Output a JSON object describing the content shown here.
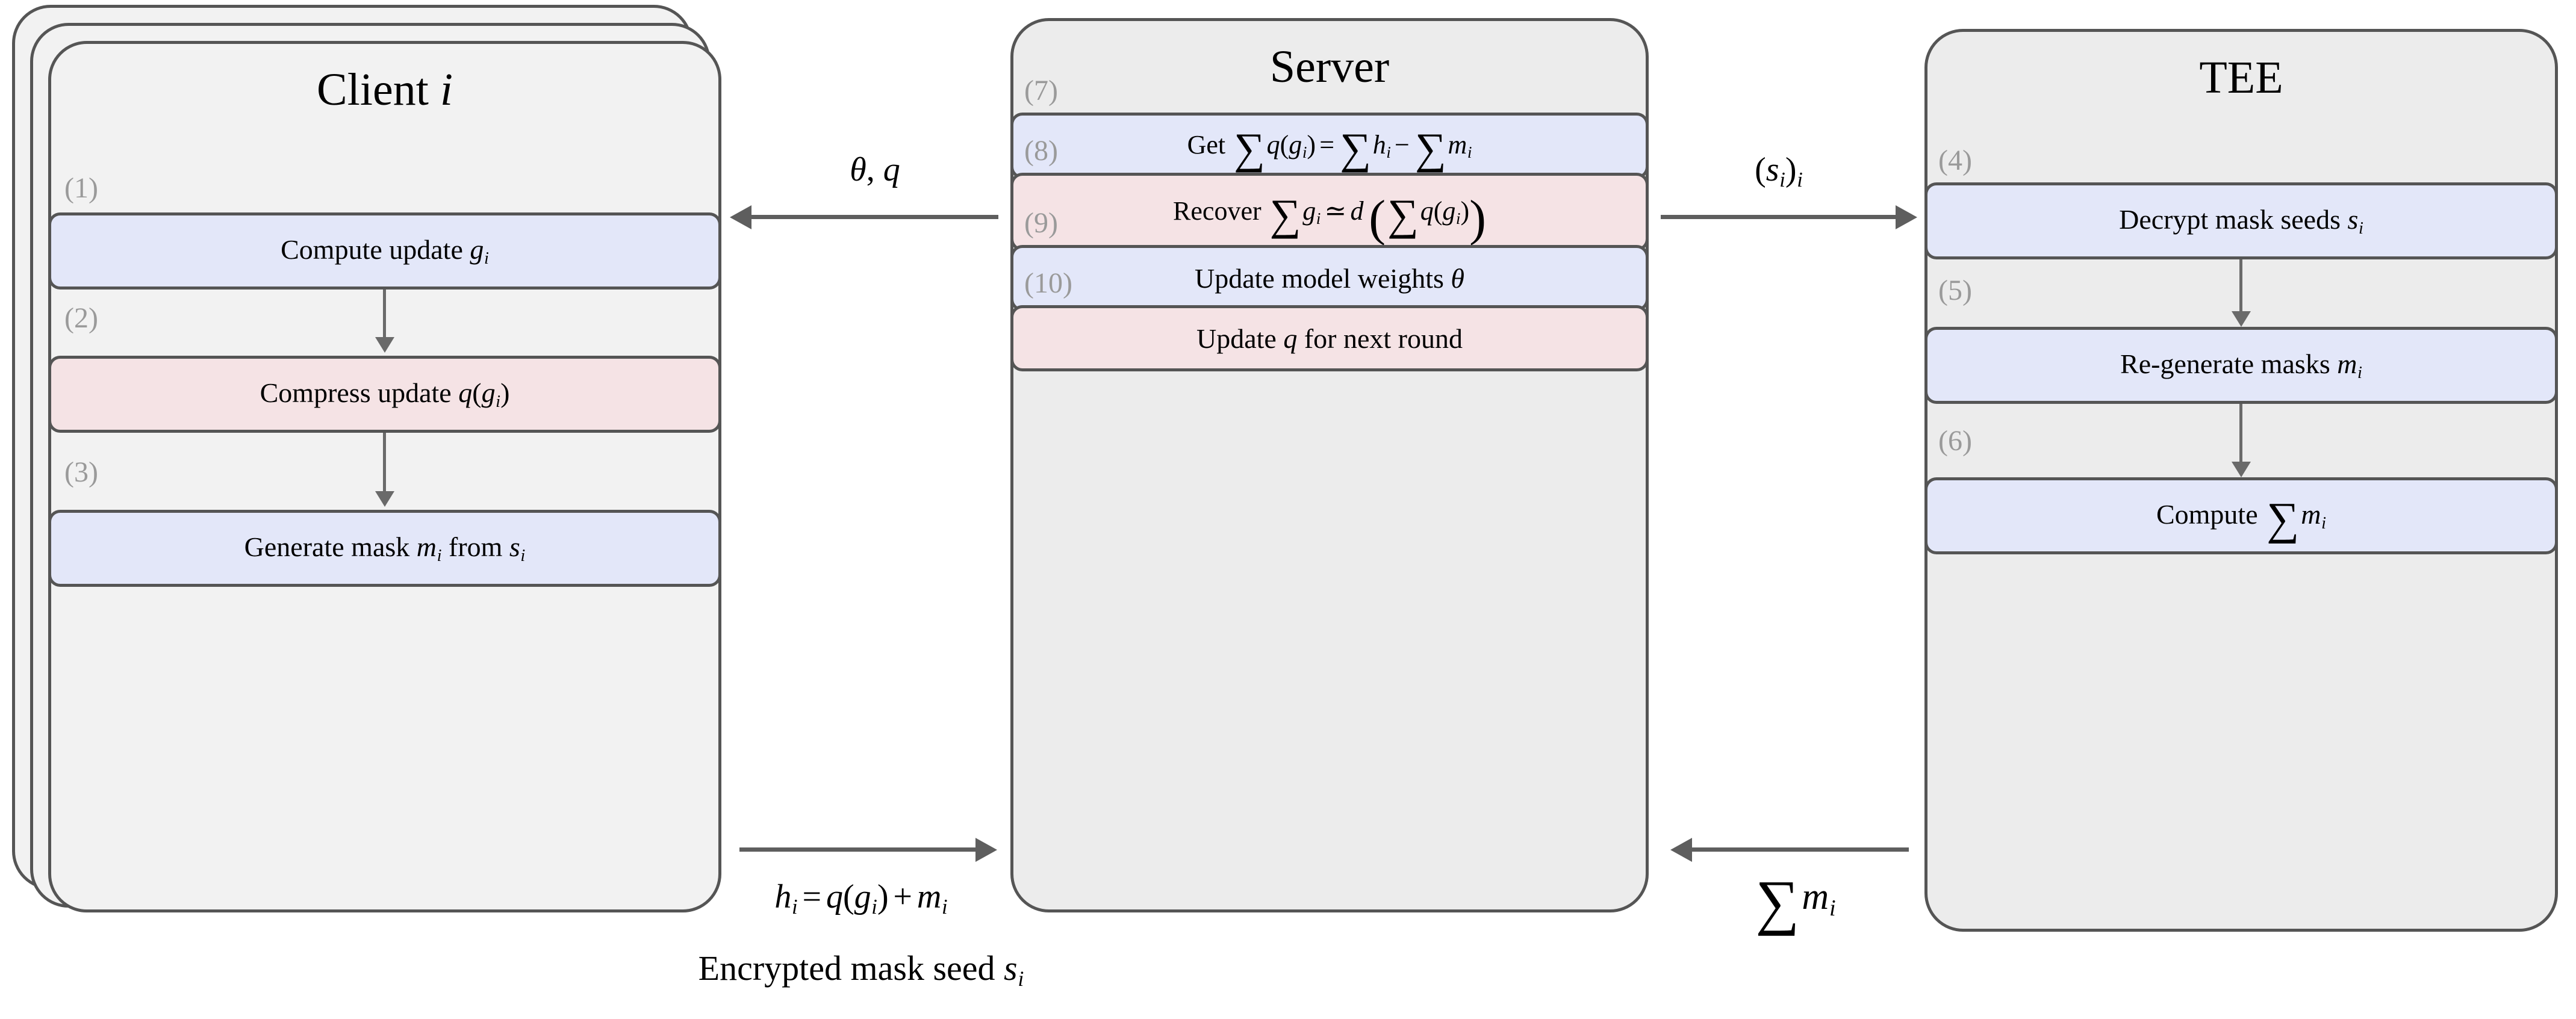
{
  "diagram": {
    "title": "Federated learning protocol with compression, masking and TEE",
    "colors": {
      "panel_fill": "#ececec",
      "panel_fill_light": "#f2f2f2",
      "panel_stroke": "#555555",
      "step_blue": "#e3e7f9",
      "step_pink": "#f5e3e5",
      "step_number": "#9a9a9a",
      "arrow": "#5e5e5e"
    }
  },
  "parties": [
    {
      "id": "client",
      "title": "Client i",
      "title_text": "Client",
      "title_var": "i",
      "stacked": true,
      "steps": [
        {
          "number": "(1)",
          "color": "blue",
          "text": "Compute update g_i",
          "label": "Compute update",
          "var": "g",
          "sub": "i"
        },
        {
          "number": "(2)",
          "color": "pink",
          "text": "Compress update q(g_i)",
          "label": "Compress update"
        },
        {
          "number": "(3)",
          "color": "blue",
          "text": "Generate mask m_i from s_i",
          "label": "Generate mask"
        }
      ]
    },
    {
      "id": "server",
      "title": "Server",
      "stacked": false,
      "steps": [
        {
          "number": "(7)",
          "color": "blue",
          "text": "Get ∑q(g_i) = ∑h_i − ∑m_i",
          "label": "Get"
        },
        {
          "number": "(8)",
          "color": "pink",
          "text": "Recover ∑g_i ≃ d(∑q(g_i))",
          "label": "Recover"
        },
        {
          "number": "(9)",
          "color": "blue",
          "text": "Update model weights θ",
          "label": "Update model weights"
        },
        {
          "number": "(10)",
          "color": "pink",
          "text": "Update q for next round",
          "label": "Update q for next round"
        }
      ]
    },
    {
      "id": "tee",
      "title": "TEE",
      "stacked": false,
      "steps": [
        {
          "number": "(4)",
          "color": "blue",
          "text": "Decrypt mask seeds s_i",
          "label": "Decrypt mask seeds"
        },
        {
          "number": "(5)",
          "color": "blue",
          "text": "Re-generate masks m_i",
          "label": "Re-generate masks"
        },
        {
          "number": "(6)",
          "color": "blue",
          "text": "Compute ∑m_i",
          "label": "Compute"
        }
      ]
    }
  ],
  "messages": [
    {
      "id": "server-to-client",
      "direction": "left",
      "label": "θ, q"
    },
    {
      "id": "server-to-tee",
      "direction": "right",
      "label": "(s_i)_i"
    },
    {
      "id": "client-to-server",
      "direction": "right",
      "label": "h_i = q(g_i) + m_i",
      "label2": "Encrypted mask seed s_i"
    },
    {
      "id": "tee-to-server",
      "direction": "left",
      "label": "∑ m_i"
    }
  ]
}
